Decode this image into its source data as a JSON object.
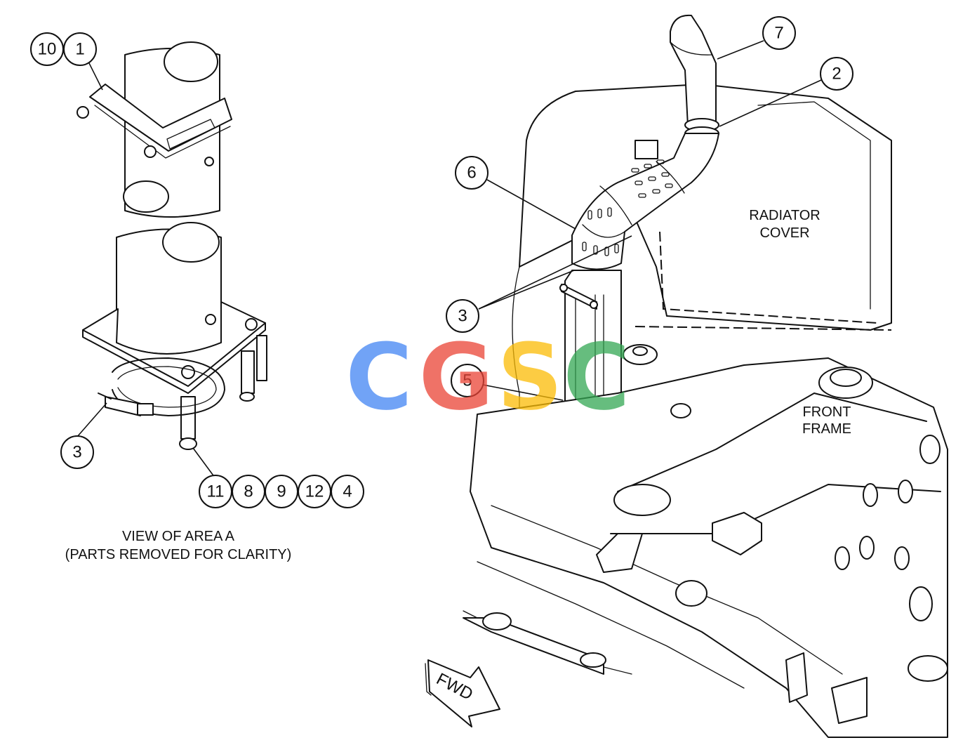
{
  "callouts": {
    "c10": "10",
    "c1": "1",
    "c3_detail": "3",
    "c11": "11",
    "c8": "8",
    "c9": "9",
    "c12": "12",
    "c4": "4",
    "c7": "7",
    "c2": "2",
    "c6": "6",
    "c3_main": "3",
    "c5": "5"
  },
  "labels": {
    "view_line1": "VIEW OF AREA A",
    "view_line2": "(PARTS REMOVED FOR CLARITY)",
    "radiator_line1": "RADIATOR",
    "radiator_line2": "COVER",
    "front_line1": "FRONT",
    "front_line2": "FRAME",
    "area_letter": "A",
    "fwd": "FWD"
  },
  "watermark": {
    "letters": [
      "C",
      "G",
      "S",
      "C"
    ],
    "colors": [
      "#4285F4",
      "#EA4335",
      "#FBBC05",
      "#34A853"
    ]
  }
}
